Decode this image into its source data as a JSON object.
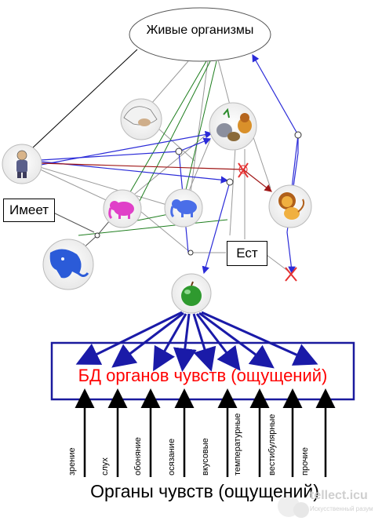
{
  "nodes": {
    "top": "Живые организмы",
    "has": "Имеет",
    "eats": "Ест",
    "db": "БД органов чувств (ощущений)",
    "organs": "Органы чувств (ощущений)"
  },
  "senses": [
    "зрение",
    "слух",
    "обоняние",
    "осязание",
    "вкусовые",
    "температурные",
    "вестибулярные",
    "прочие"
  ],
  "watermark": {
    "text": "tellect.icu",
    "sub": "Искусственный разум"
  },
  "colors": {
    "db_box": "#1a1a9e",
    "arrow_blue": "#1a1aa8",
    "link_green": "#1e7e1e",
    "link_red": "#a01818",
    "link_blue": "#2b2bd8",
    "link_gray": "#9a9a9a"
  }
}
